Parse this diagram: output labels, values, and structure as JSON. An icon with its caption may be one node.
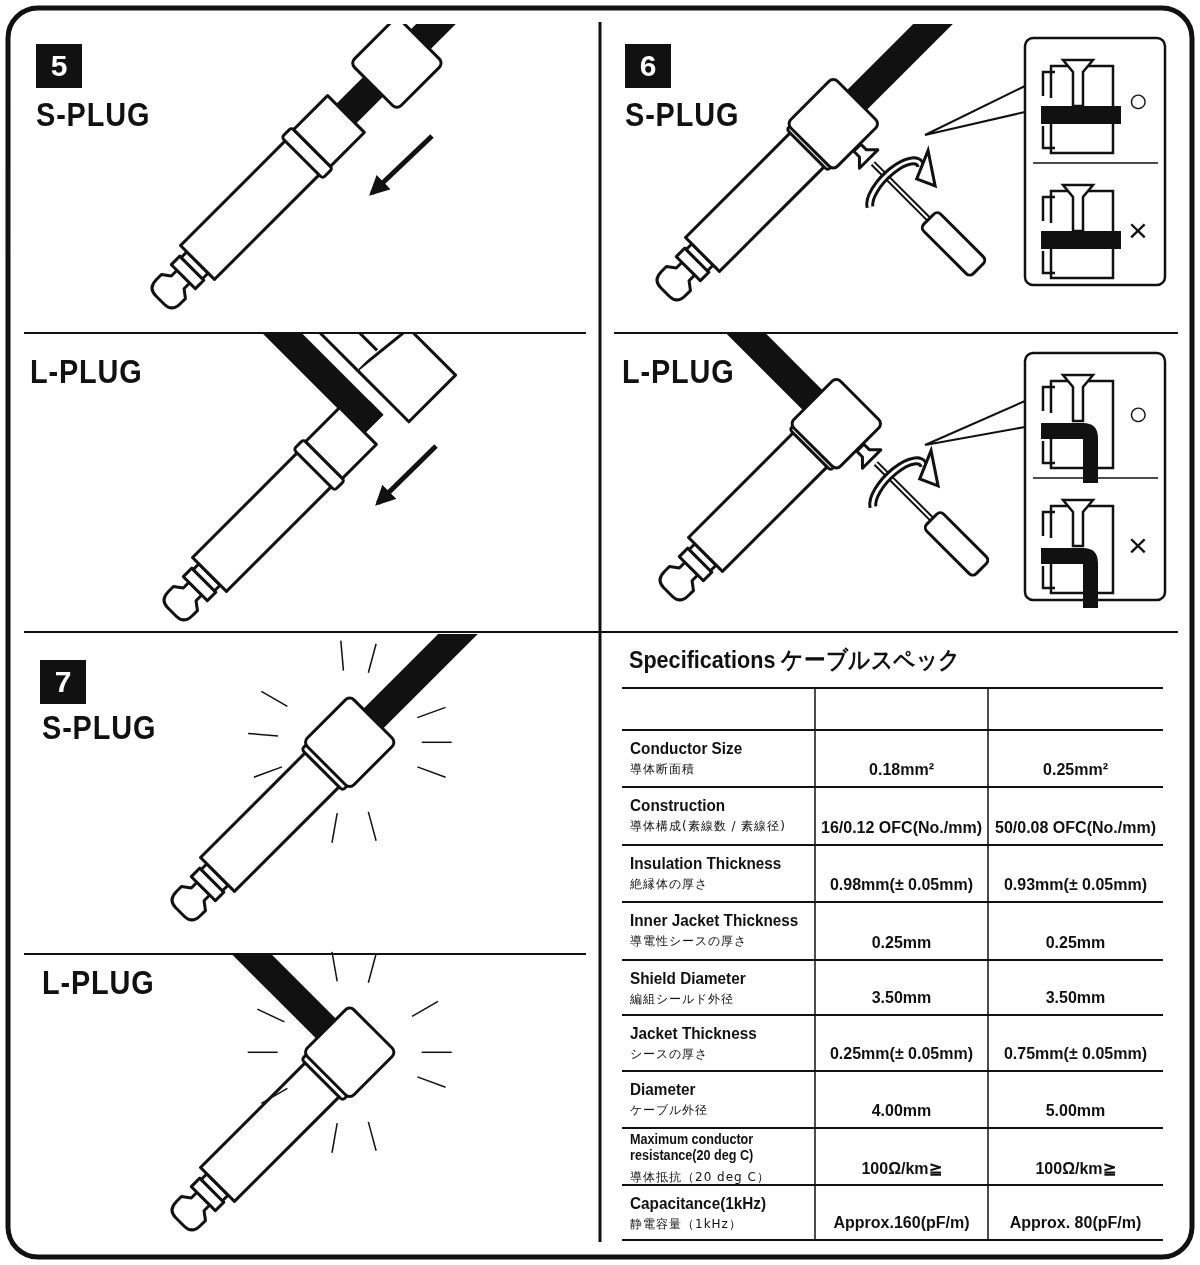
{
  "diagram": {
    "labels": [
      "5",
      "S-PLUG",
      "6",
      "S-PLUG",
      "○",
      "×",
      "L-PLUG",
      "L-PLUG",
      "○",
      "×",
      "7",
      "S-PLUG",
      "L-PLUG",
      "Specifications ケーブルスペック",
      "Conductor Size",
      "導体断面積",
      "0.18mm²",
      "0.25mm²",
      "Construction",
      "導体構成(素線数 / 素線径)",
      "16/0.12 OFC(No./mm)",
      "50/0.08 OFC(No./mm)",
      "Insulation Thickness",
      "絶縁体の厚さ",
      "0.98mm(± 0.05mm)",
      "0.93mm(± 0.05mm)",
      "Inner Jacket Thickness",
      "導電性シースの厚さ",
      "0.25mm",
      "0.25mm",
      "Shield Diameter",
      "編組シールド外径",
      "3.50mm",
      "3.50mm",
      "Jacket Thickness",
      "シースの厚さ",
      "0.25mm(± 0.05mm)",
      "0.75mm(± 0.05mm)",
      "Diameter",
      "ケーブル外径",
      "4.00mm",
      "5.00mm",
      "Maximum conductor resistance(20 deg C)",
      "導体抵抗（20 deg C）",
      "100Ω/km≧",
      "100Ω/km≧",
      "Capacitance(1kHz)",
      "静電容量（1kHz）",
      "Approx.160(pF/m)",
      "Approx. 80(pF/m)"
    ]
  }
}
